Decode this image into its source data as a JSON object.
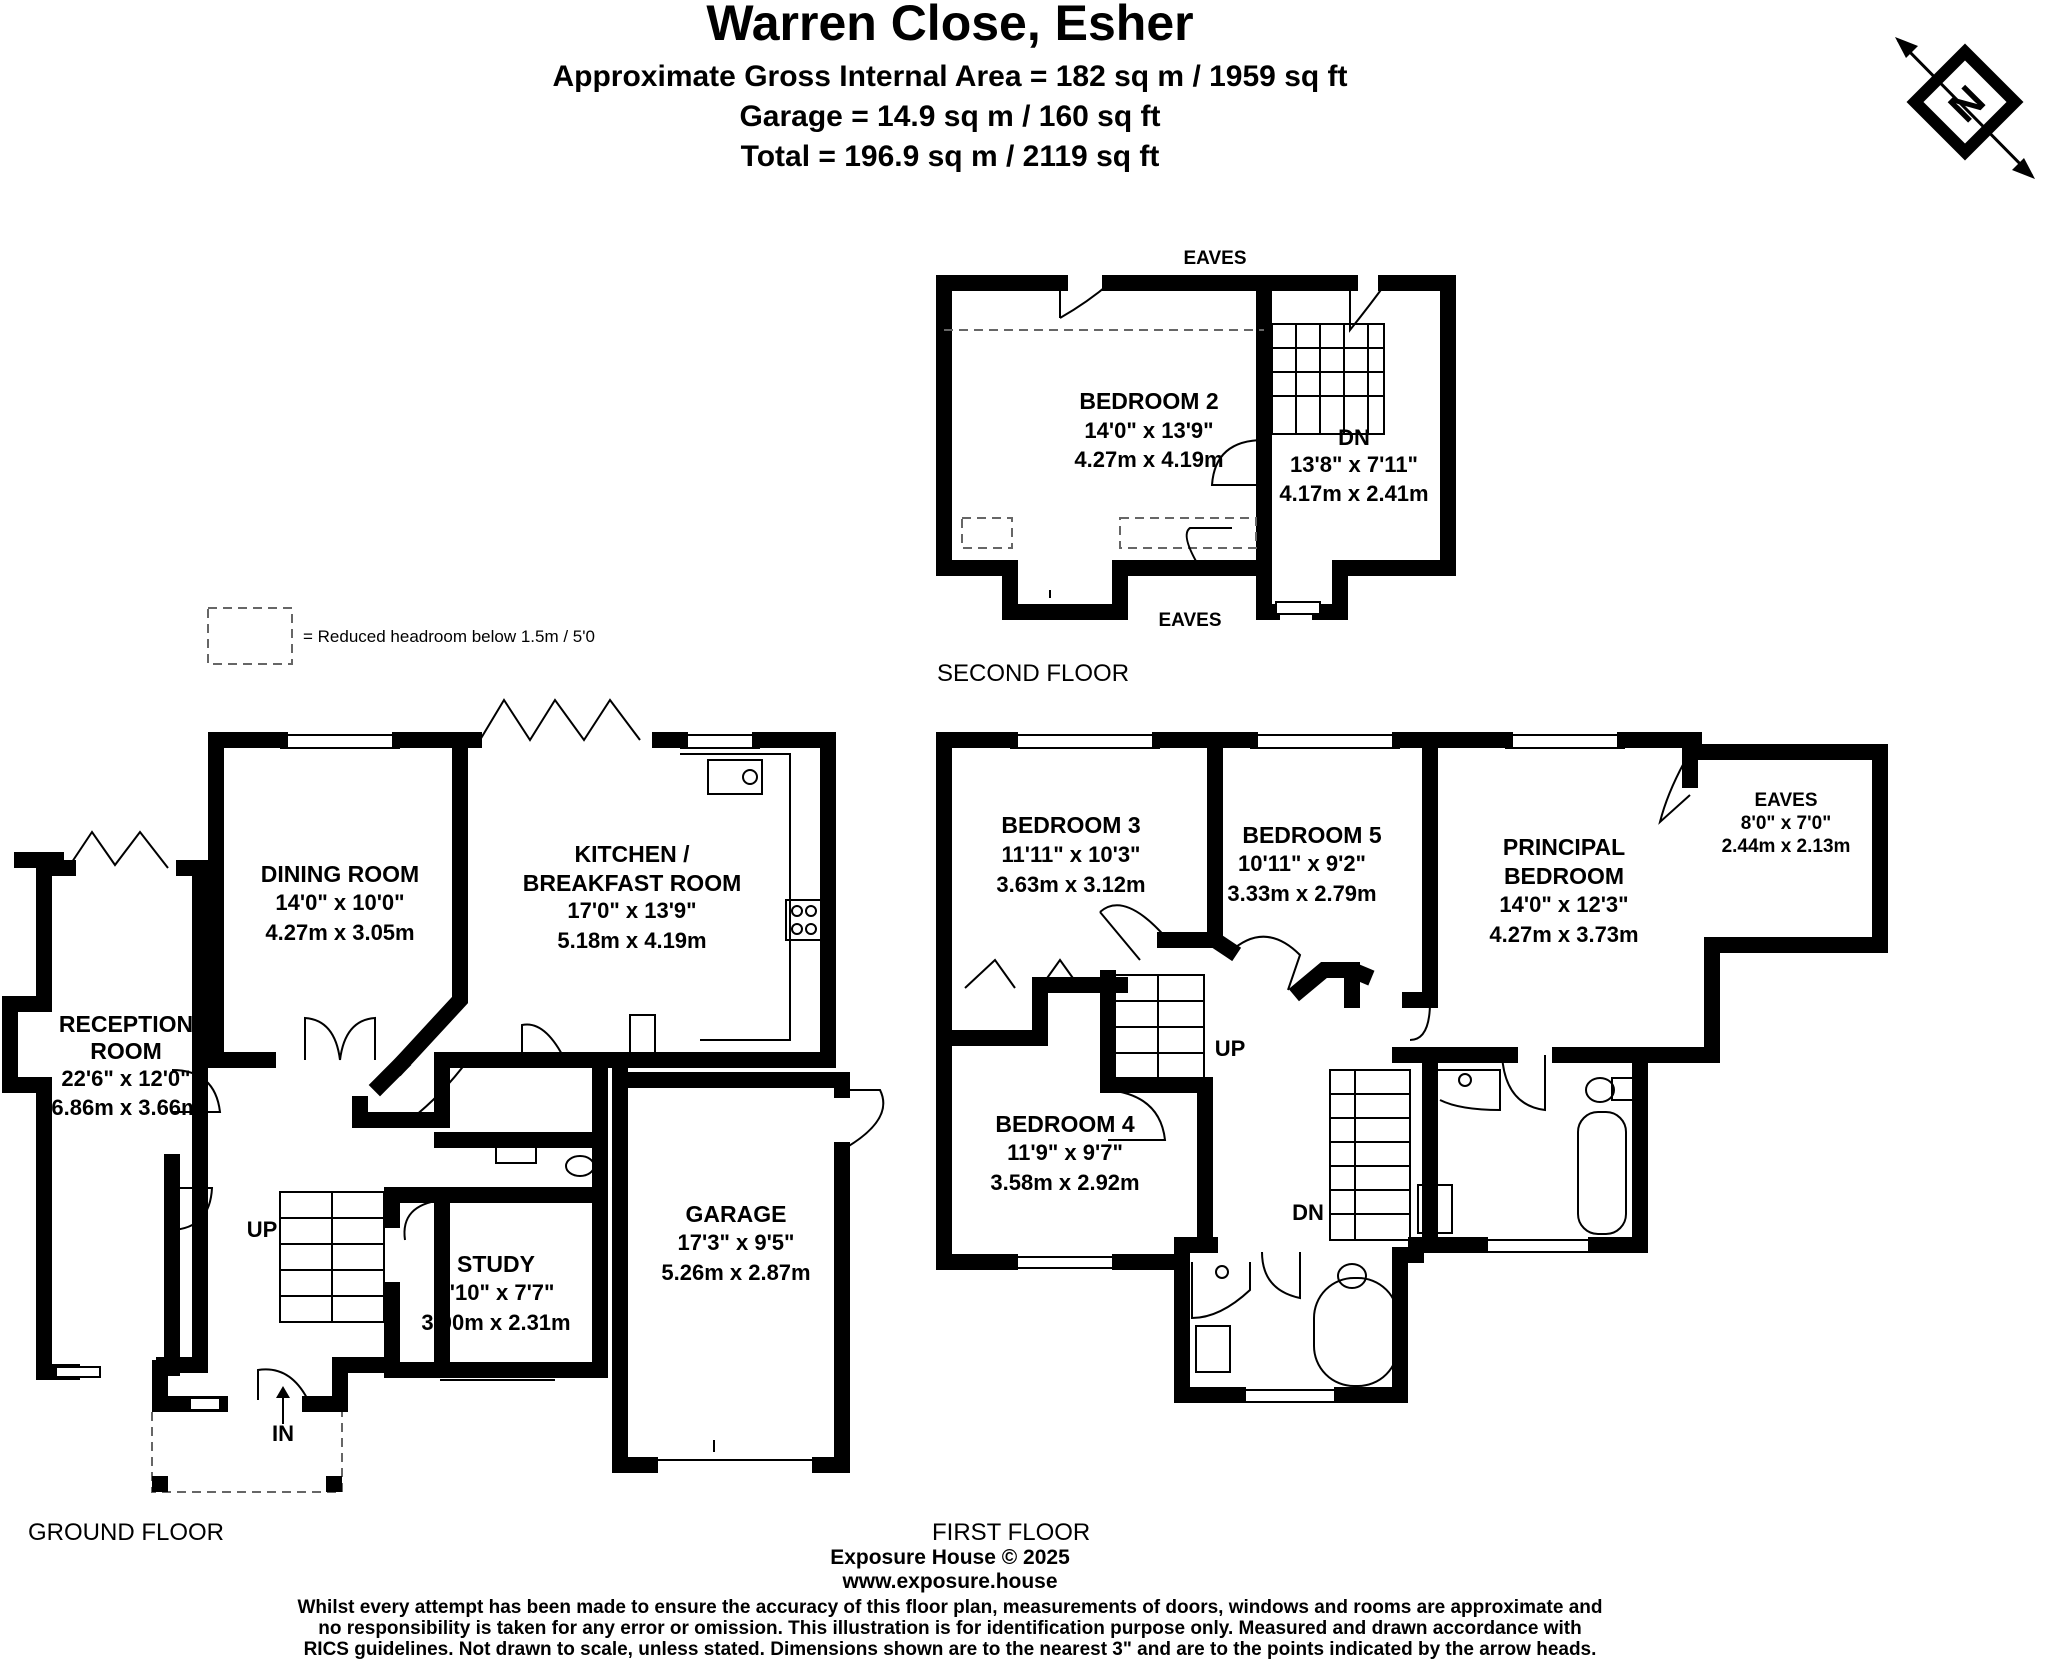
{
  "header": {
    "title": "Warren Close, Esher",
    "gross_area": "Approximate Gross Internal Area = 182 sq m / 1959 sq ft",
    "garage_area": "Garage = 14.9 sq m / 160 sq ft",
    "total_area": "Total = 196.9 sq m / 2119 sq ft"
  },
  "compass": {
    "letter": "N",
    "icon": "north-compass-icon"
  },
  "legend": {
    "text": "= Reduced headroom below 1.5m / 5'0"
  },
  "floors": {
    "ground": "GROUND FLOOR",
    "first": "FIRST FLOOR",
    "second": "SECOND FLOOR"
  },
  "rooms": {
    "reception": {
      "name1": "RECEPTION",
      "name2": "ROOM",
      "imperial": "22'6\" x 12'0\"",
      "metric": "6.86m x 3.66m"
    },
    "dining": {
      "name": "DINING ROOM",
      "imperial": "14'0\" x 10'0\"",
      "metric": "4.27m x 3.05m"
    },
    "kitchen": {
      "name1": "KITCHEN /",
      "name2": "BREAKFAST ROOM",
      "imperial": "17'0\" x 13'9\"",
      "metric": "5.18m x 4.19m"
    },
    "study": {
      "name": "STUDY",
      "imperial": "9'10\" x 7'7\"",
      "metric": "3.00m x 2.31m"
    },
    "garage": {
      "name": "GARAGE",
      "imperial": "17'3\" x 9'5\"",
      "metric": "5.26m x 2.87m"
    },
    "bedroom3": {
      "name": "BEDROOM 3",
      "imperial": "11'11\" x 10'3\"",
      "metric": "3.63m x 3.12m"
    },
    "bedroom5": {
      "name": "BEDROOM 5",
      "imperial": "10'11\" x 9'2\"",
      "metric": "3.33m x 2.79m"
    },
    "principal": {
      "name1": "PRINCIPAL",
      "name2": "BEDROOM",
      "imperial": "14'0\" x 12'3\"",
      "metric": "4.27m x 3.73m"
    },
    "eaves_first": {
      "name": "EAVES",
      "imperial": "8'0\" x 7'0\"",
      "metric": "2.44m x 2.13m"
    },
    "bedroom4": {
      "name": "BEDROOM 4",
      "imperial": "11'9\" x 9'7\"",
      "metric": "3.58m x 2.92m"
    },
    "bedroom2": {
      "name": "BEDROOM 2",
      "imperial": "14'0\" x 13'9\"",
      "metric": "4.27m x 4.19m"
    },
    "second_right": {
      "imperial": "13'8\" x 7'11\"",
      "metric": "4.17m x 2.41m"
    }
  },
  "labels": {
    "up": "UP",
    "dn": "DN",
    "in": "IN",
    "eaves": "EAVES"
  },
  "footer": {
    "copyright": "Exposure House © 2025",
    "website": "www.exposure.house",
    "disclaimer1": "Whilst every attempt has been made to ensure the accuracy of this floor plan, measurements of doors, windows and rooms are approximate and",
    "disclaimer2": "no responsibility is taken for any error or omission. This illustration is for identification purpose only. Measured and drawn accordance with",
    "disclaimer3": "RICS guidelines. Not drawn to scale, unless stated. Dimensions shown are to the nearest 3\" and are to the points indicated by the arrow heads."
  }
}
